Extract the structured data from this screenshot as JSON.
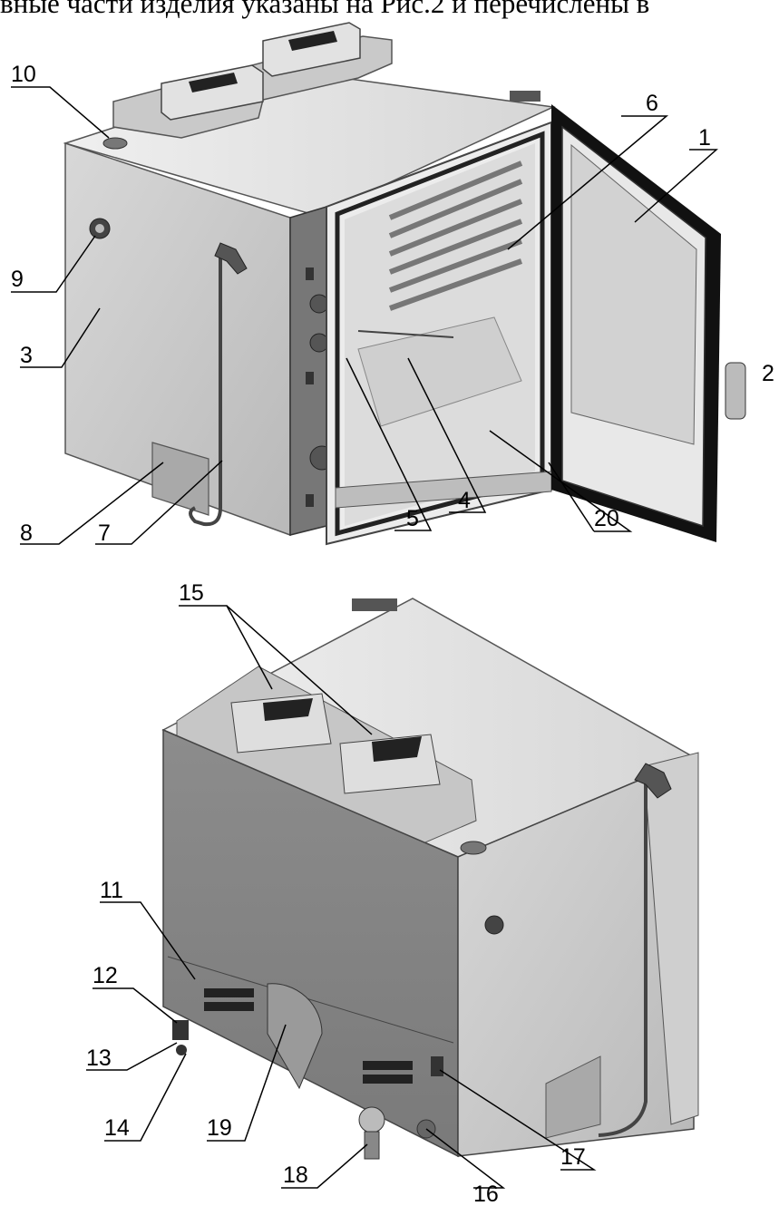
{
  "caption": "вные части изделия указаны на Рис.2 и перечислены в",
  "labels": {
    "l1": "1",
    "l2": "2",
    "l3": "3",
    "l4": "4",
    "l5": "5",
    "l6": "6",
    "l7": "7",
    "l8": "8",
    "l9": "9",
    "l10": "10",
    "l11": "11",
    "l12": "12",
    "l13": "13",
    "l14": "14",
    "l15": "15",
    "l16": "16",
    "l17": "17",
    "l18": "18",
    "l19": "19",
    "l20": "20"
  }
}
